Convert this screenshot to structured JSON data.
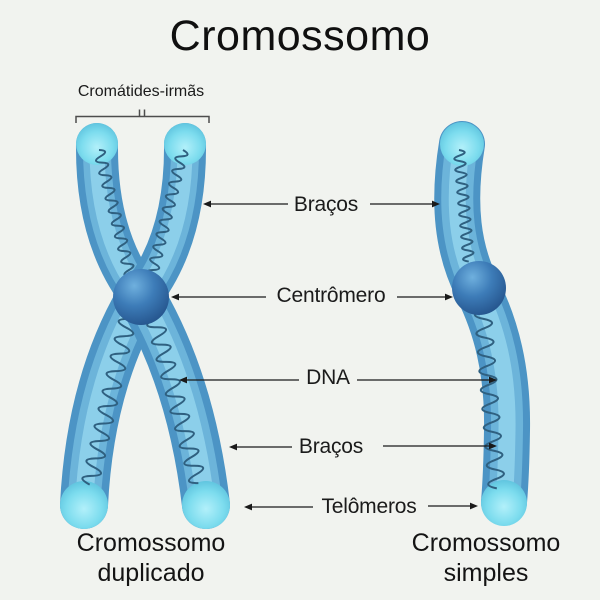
{
  "title": "Cromossomo",
  "annotations": {
    "sister_chromatids": "Cromátides-irmãs",
    "arms_top": "Braços",
    "centromere": "Centrômero",
    "dna": "DNA",
    "arms_bottom": "Braços",
    "telomeres": "Telômeros"
  },
  "captions": {
    "duplicated_line1": "Cromossomo",
    "duplicated_line2": "duplicado",
    "simple_line1": "Cromossomo",
    "simple_line2": "simples"
  },
  "colors": {
    "background": "#f1f3ef",
    "chromosome_edge": "#4c94c5",
    "chromosome_mid": "#6cb4da",
    "chromosome_core": "#8ccfea",
    "telomere_cap": "#7cdcee",
    "centromere_dark": "#214e86",
    "centromere_light": "#6fb0de",
    "dna_strand": "#2f6080",
    "text": "#1b1b1b"
  }
}
